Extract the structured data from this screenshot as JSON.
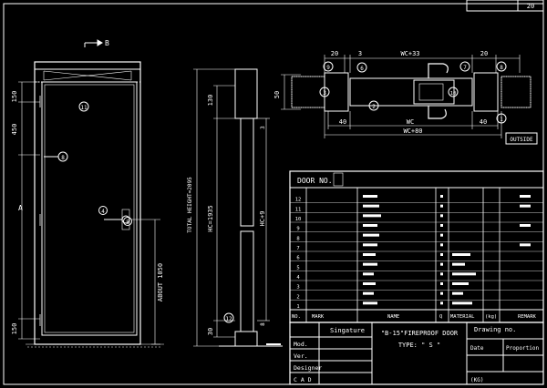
{
  "sheet": {
    "page_number": "20"
  },
  "front_view": {
    "section_mark": "B",
    "side_label": "A",
    "dim_top": "150",
    "dim_mid": "450",
    "dim_handle": "ABOUT 1050",
    "dim_bottom": "150",
    "callout_11": "11",
    "callout_8": "8",
    "callout_4": "4",
    "callout_5": "5"
  },
  "section_view": {
    "dim_total": "TOTAL HEIGHT=2095",
    "dim_hc": "HC=1935",
    "dim_top": "130",
    "dim_bottom": "30",
    "dim_right_top": "3",
    "dim_right_mid": "HC+9",
    "dim_right_bot": "8",
    "callout_12": "12"
  },
  "plan_view": {
    "dim_20_left": "20",
    "dim_3": "3",
    "dim_wc33": "WC+33",
    "dim_20_right": "20",
    "dim_50": "50",
    "dim_40_left": "40",
    "dim_wc": "WC",
    "dim_40_right": "40",
    "dim_wc80": "WC+80",
    "outside_label": "OUTSIDE",
    "callout_6": "6",
    "callout_7": "7",
    "callout_8": "8",
    "callout_9": "9",
    "callout_10": "10",
    "callout_2": "2",
    "callout_3": "3",
    "callout_1": "1"
  },
  "parts_table": {
    "heading": "DOOR NO.",
    "row_numbers": [
      "12",
      "11",
      "10",
      "9",
      "8",
      "7",
      "6",
      "5",
      "4",
      "3",
      "2",
      "1"
    ],
    "footer_no": "NO.",
    "footer_mark": "MARK",
    "footer_name": "NAME",
    "footer_qty": "Q",
    "footer_material": "MATERIAL",
    "footer_kg": "(kg)",
    "footer_remark": "REMARK"
  },
  "title_block": {
    "signature": "Singature",
    "title_line1": "\"B-15\"FIREPROOF DOOR",
    "title_line2": "TYPE: \" S \"",
    "drawing_no": "Drawing no.",
    "mod": "Mod.",
    "ver": "Ver.",
    "designer": "Designer",
    "cad": "C A D",
    "date": "Date",
    "proportion": "Proportion",
    "kg": "(KG)"
  }
}
